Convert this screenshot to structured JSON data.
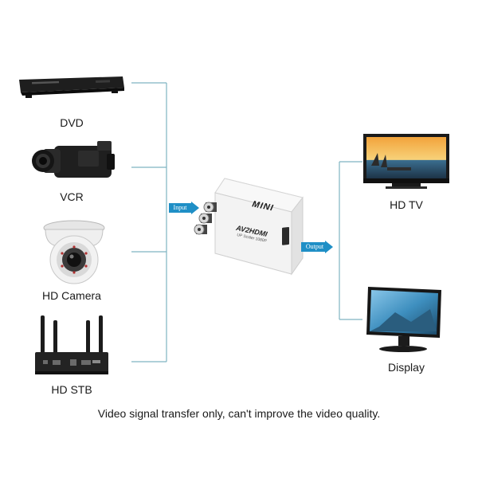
{
  "sources": [
    {
      "label": "DVD",
      "icon": "dvd-player-icon"
    },
    {
      "label": "VCR",
      "icon": "camcorder-icon"
    },
    {
      "label": "HD Camera",
      "icon": "dome-camera-icon"
    },
    {
      "label": "HD STB",
      "icon": "router-stb-icon"
    }
  ],
  "outputs": [
    {
      "label": "HD TV",
      "icon": "tv-icon"
    },
    {
      "label": "Display",
      "icon": "monitor-icon"
    }
  ],
  "converter": {
    "brand": "MINI",
    "model": "AV2HDMI",
    "subtitle": "UP Scaler 1080P"
  },
  "input_tag": "Input",
  "output_tag": "Output",
  "footnote": "Video signal transfer only, can't improve the video quality.",
  "colors": {
    "wire": "#7fb3c2",
    "arrow": "#1f8fc6",
    "device_dark": "#222222",
    "converter_body": "#f4f4f4"
  }
}
